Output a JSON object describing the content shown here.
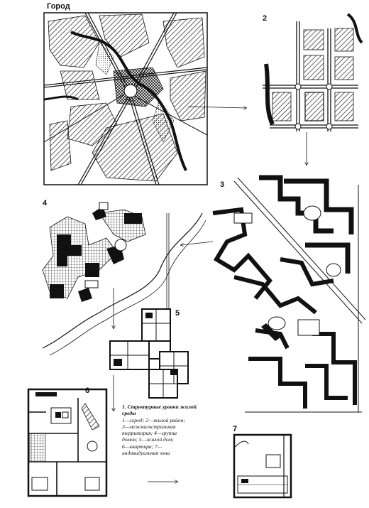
{
  "labels": {
    "city": "Город",
    "p2": "2",
    "p3": "3",
    "p4": "4",
    "p5": "5",
    "p6": "6",
    "p7": "7"
  },
  "caption": {
    "title": "1. Структурные уровни жилой среды",
    "lines": [
      "1—город; 2—жилой район;",
      "3—межмагистральная",
      "территория; 4—группа",
      "домов; 5—жилой дом;",
      "6—квартира; 7—",
      "индивидуальная зона"
    ]
  }
}
